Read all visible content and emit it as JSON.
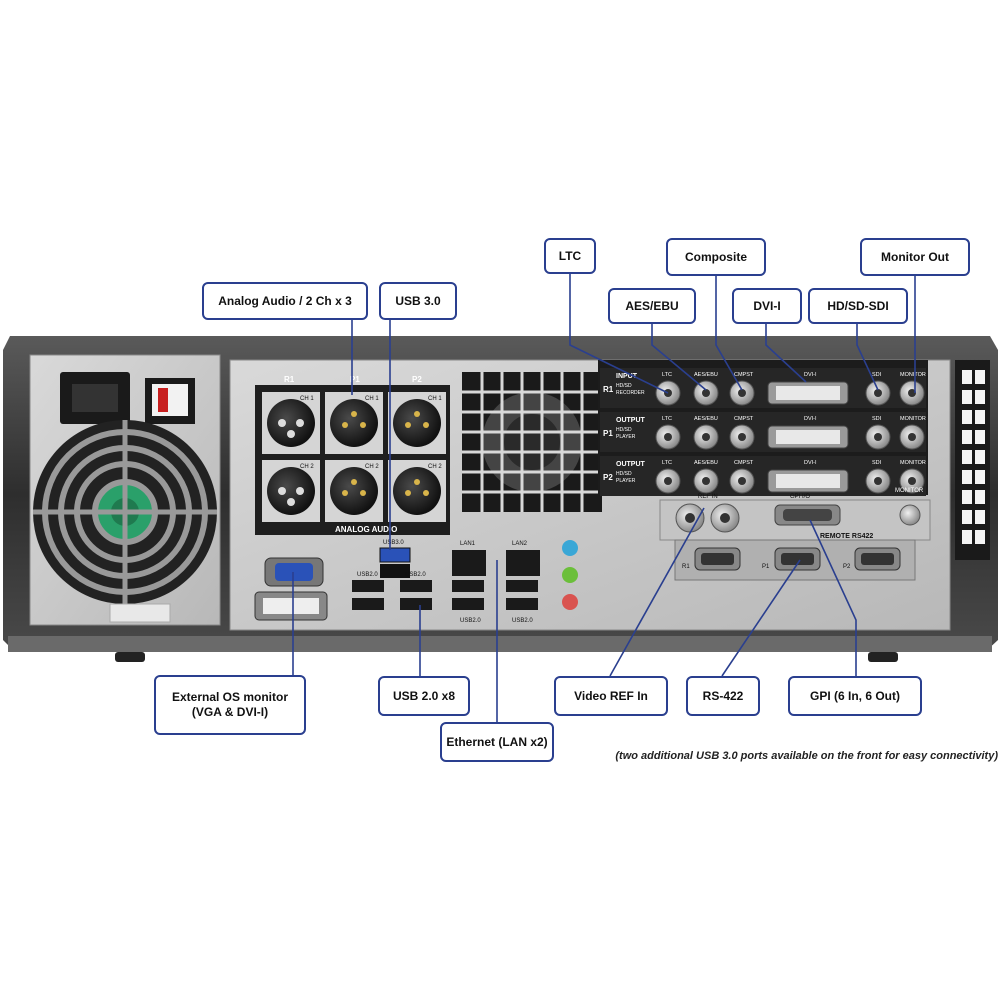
{
  "callouts": {
    "ltc": "LTC",
    "composite": "Composite",
    "monitor_out": "Monitor Out",
    "analog_audio": "Analog Audio / 2 Ch x 3",
    "usb30": "USB 3.0",
    "aes_ebu": "AES/EBU",
    "dvi_i": "DVI-I",
    "hd_sd_sdi": "HD/SD-SDI",
    "external_monitor": "External OS monitor\n(VGA & DVI-I)",
    "usb20": "USB 2.0 x8",
    "ethernet": "Ethernet (LAN x2)",
    "video_ref": "Video REF In",
    "rs422": "RS-422",
    "gpi": "GPI (6 In, 6 Out)"
  },
  "footnote": "(two additional USB 3.0 ports available on the front for easy connectivity)",
  "panel": {
    "audio_cols": [
      "R1",
      "P1",
      "P2"
    ],
    "ch1": "CH 1",
    "ch2": "CH 2",
    "analog_audio": "ANALOG AUDIO",
    "usb30": "USB3.0",
    "usb20": "USB2.0",
    "lan1": "LAN1",
    "lan2": "LAN2",
    "row_ids": [
      "R1",
      "P1",
      "P2"
    ],
    "row_titles": [
      "INPUT",
      "OUTPUT",
      "OUTPUT"
    ],
    "row_subs": [
      "HD/SD\nRECORDER",
      "HD/SD\nPLAYER",
      "HD/SD\nPLAYER"
    ],
    "conn_labels": [
      "LTC",
      "AES/EBU",
      "CMPST",
      "DVI-I",
      "SDI",
      "MONITOR"
    ],
    "ref_in": "REF IN",
    "gpi_io": "GPI I/O",
    "monitor": "MONITOR",
    "remote": "REMOTE RS422",
    "remote_ports": [
      "R1",
      "P1",
      "P2"
    ]
  },
  "colors": {
    "callout_border": "#2a3f8f",
    "leader_line": "#2a3f8f",
    "chassis": "#3a3a3a",
    "panel": "#cfcfcf"
  }
}
